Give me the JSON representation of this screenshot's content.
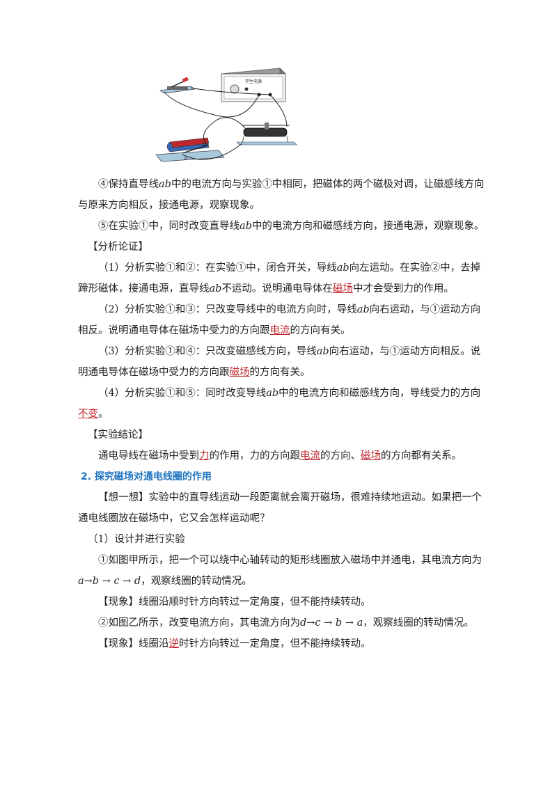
{
  "figure": {
    "device_label": "学生电源"
  },
  "paragraphs": {
    "p1": {
      "a": "④保持直导线",
      "b": "ab",
      "c": "中的电流方向与实验①中相同，把磁体的两个磁极对调，让磁感线方向与原来方向相反，接通电源，观察现象。"
    },
    "p2": {
      "a": "⑤在实验①中，同时改变直导线",
      "b": "ab",
      "c": "中的电流方向和磁感线方向，接通电源，观察现象。"
    },
    "h1": "【分析论证】",
    "a1": {
      "a": "（1）分析实验①和②：在实验①中，闭合开关，导线",
      "b": "ab",
      "c": "向左运动。在实验②中，去掉蹄形磁体，接通电源，直导线",
      "d": "ab",
      "e": "不运动。说明通电导体在",
      "f": "磁场",
      "g": "中才会受到力的作用。"
    },
    "a2": {
      "a": "（2）分析实验①和③：只改变导线中的电流方向时，导线",
      "b": "ab",
      "c": "向右运动，与①运动方向相反。说明通电导体在磁场中受力的方向跟",
      "d": "电流",
      "e": "的方向有关。"
    },
    "a3": {
      "a": "（3）分析实验①和④：只改变磁感线方向，导线",
      "b": "ab",
      "c": "向右运动，与①运动方向相反。说明通电导体在磁场中受力的方向跟",
      "d": "磁场",
      "e": "的方向有关。"
    },
    "a4": {
      "a": "（4）分析实验①和⑤：同时改变导线",
      "b": "ab",
      "c": "中的电流方向和磁感线方向，导线受力的方向",
      "d": "不变",
      "e": "。"
    },
    "h2": "【实验结论】",
    "c1": {
      "a": "通电导线在磁场中受到",
      "b": "力",
      "c": "的作用，力的方向跟",
      "d": "电流",
      "e": "的方向、",
      "f": "磁场",
      "g": "的方向都有关系。"
    },
    "section": "2. 探究磁场对通电线圈的作用",
    "t1": {
      "a": "【想一想】",
      "b": "实验中的直导线运动一段距离就会离开磁场，很难持续地运动。如果把一个通电线圈放在磁场中，它又会怎样运动呢？"
    },
    "s1": "（1）设计并进行实验",
    "e1": {
      "a": "①如图甲所示，把一个可以绕中心轴转动的矩形线圈放入磁场中并通电，其电流方向为",
      "b": "a→b → c → d",
      "c": "，观察线圈的转动情况。"
    },
    "ph1": {
      "a": "【现象】",
      "b": "线圈沿顺时针方向转过一定角度，但不能持续转动。"
    },
    "e2": {
      "a": "②如图乙所示，改变电流方向，其电流方向为",
      "b": "d→c → b → a",
      "c": "，观察线圈的转动情况。"
    },
    "ph2": {
      "a": "【现象】",
      "b": "线圈沿",
      "c": "逆",
      "d": "时针方向转过一定角度，但不能持续转动。"
    }
  }
}
